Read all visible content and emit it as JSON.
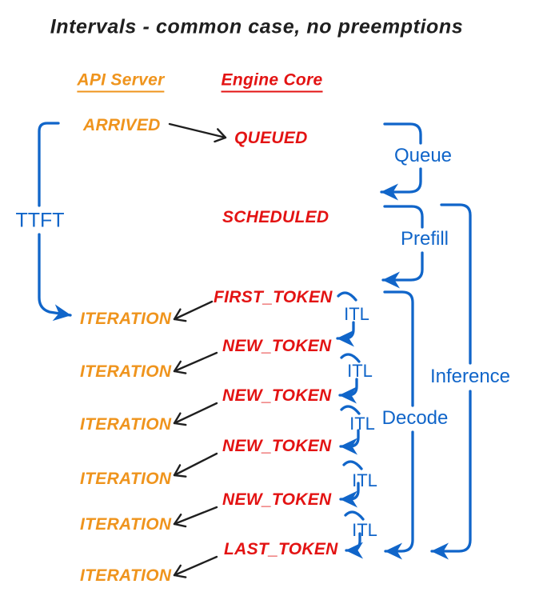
{
  "title": "Intervals - common case, no preemptions",
  "columns": {
    "api_server": "API Server",
    "engine_core": "Engine Core"
  },
  "api_server": {
    "arrived": "ARRIVED",
    "iterations": [
      "ITERATION",
      "ITERATION",
      "ITERATION",
      "ITERATION",
      "ITERATION",
      "ITERATION"
    ]
  },
  "engine_core": {
    "queued": "QUEUED",
    "scheduled": "SCHEDULED",
    "first_token": "FIRST_TOKEN",
    "new_tokens": [
      "NEW_TOKEN",
      "NEW_TOKEN",
      "NEW_TOKEN",
      "NEW_TOKEN"
    ],
    "last_token": "LAST_TOKEN"
  },
  "intervals": {
    "ttft": "TTFT",
    "queue": "Queue",
    "prefill": "Prefill",
    "decode": "Decode",
    "inference": "Inference",
    "itl": [
      "ITL",
      "ITL",
      "ITL",
      "ITL",
      "ITL"
    ]
  },
  "colors": {
    "blue": "#1065c9",
    "orange": "#ef941d",
    "red": "#e31313",
    "ink": "#1f1f1f",
    "background": "#ffffff"
  }
}
